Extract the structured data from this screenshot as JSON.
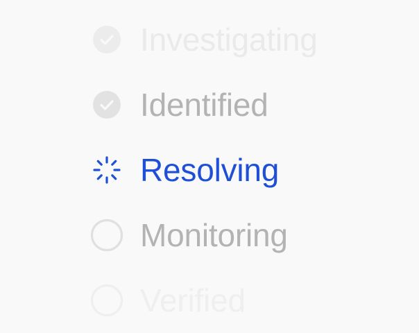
{
  "colors": {
    "background": "#f9f9f9",
    "active": "#1e4fd6",
    "done": "#b3b3b3",
    "pending": "#b3b3b3",
    "faded": "#ececec"
  },
  "steps": [
    {
      "label": "Investigating",
      "state": "completed",
      "icon": "check-circle-icon"
    },
    {
      "label": "Identified",
      "state": "completed",
      "icon": "check-circle-icon"
    },
    {
      "label": "Resolving",
      "state": "in-progress",
      "icon": "spinner-icon"
    },
    {
      "label": "Monitoring",
      "state": "pending",
      "icon": "empty-circle-icon"
    },
    {
      "label": "Verified",
      "state": "pending",
      "icon": "empty-circle-icon"
    }
  ]
}
